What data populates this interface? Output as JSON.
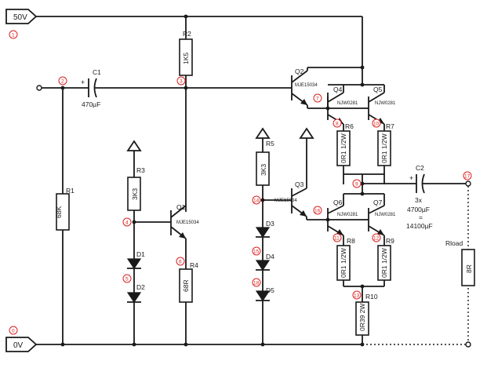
{
  "rails": {
    "top": "50V",
    "bottom": "0V"
  },
  "nodes": [
    "1",
    "2",
    "3",
    "4",
    "5",
    "6",
    "7",
    "8",
    "9",
    "10",
    "11",
    "12",
    "13",
    "14",
    "15",
    "16",
    "17",
    "18",
    "0"
  ],
  "capacitors": {
    "c1": {
      "name": "C1",
      "value": "470µF",
      "polarity": "+"
    },
    "c2": {
      "name": "C2",
      "value_line1": "3x",
      "value_line2": "4700µF",
      "value_line3": "=",
      "value_line4": "14100µF",
      "polarity": "+"
    }
  },
  "resistors": {
    "r1": {
      "name": "R1",
      "value": "68K"
    },
    "r2": {
      "name": "R2",
      "value": "1K5"
    },
    "r3": {
      "name": "R3",
      "value": "3K3"
    },
    "r4": {
      "name": "R4",
      "value": "68R"
    },
    "r5": {
      "name": "R5",
      "value": "3K3"
    },
    "r6": {
      "name": "R6",
      "value": "0R1 1/2W"
    },
    "r7": {
      "name": "R7",
      "value": "0R1 1/2W"
    },
    "r8": {
      "name": "R8",
      "value": "0R1 1/2W"
    },
    "r9": {
      "name": "R9",
      "value": "0R1 1/2W"
    },
    "r10": {
      "name": "R10",
      "value": "0R39 2W"
    },
    "rload": {
      "name": "Rload",
      "value": "8R"
    }
  },
  "transistors": {
    "q1": {
      "name": "Q1",
      "part": "MJE15034"
    },
    "q2": {
      "name": "Q2",
      "part": "MJE15034"
    },
    "q3": {
      "name": "Q3",
      "part": "MJE15034"
    },
    "q4": {
      "name": "Q4",
      "part": "NJW0281"
    },
    "q5": {
      "name": "Q5",
      "part": "NJW0281"
    },
    "q6": {
      "name": "Q6",
      "part": "NJW0281"
    },
    "q7": {
      "name": "Q7",
      "part": "NJW0281"
    }
  },
  "diodes": [
    "D1",
    "D2",
    "D3",
    "D4",
    "D5"
  ]
}
